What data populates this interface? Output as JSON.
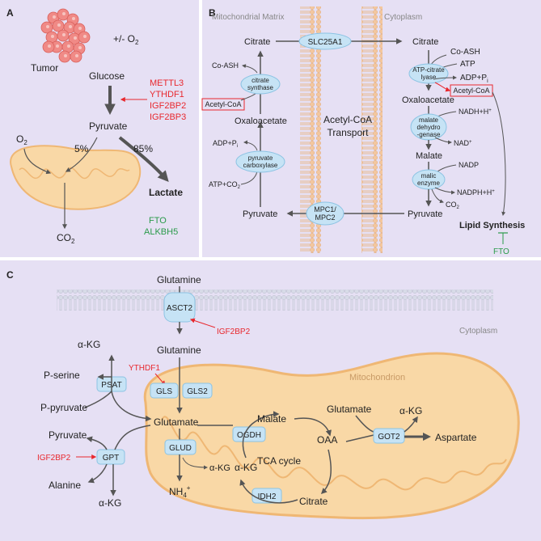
{
  "colors": {
    "panel_bg": "#e6e0f4",
    "writer_red": "#e8282e",
    "eraser_green": "#2a9a4a",
    "mito_fill": "#f9d8a6",
    "mito_stroke": "#efb774",
    "enzyme_fill": "#c6e3f5",
    "enzyme_stroke": "#8cc3e3",
    "membrane": "#f3c79f",
    "arrow": "#555555"
  },
  "panelA": {
    "letter": "A",
    "oxygen": "+/- O",
    "oxygen_sub": "2",
    "tumor": "Tumor",
    "glucose": "Glucose",
    "pyruvate": "Pyruvate",
    "o2": "O",
    "o2_sub": "2",
    "pct5": "5%",
    "pct85": "85%",
    "lactate": "Lactate",
    "co2": "CO",
    "co2_sub": "2",
    "writers": [
      "METTL3",
      "YTHDF1",
      "IGF2BP2",
      "IGF2BP3"
    ],
    "erasers": [
      "FTO",
      "ALKBH5"
    ],
    "icons": [
      "tumor-cluster-icon",
      "mitochondrion-icon"
    ]
  },
  "panelB": {
    "letter": "B",
    "mito_matrix": "Mitochondrial Matrix",
    "cytoplasm": "Cytoplasm",
    "transport": [
      "Acetyl-CoA",
      "Transport"
    ],
    "citrate_left": "Citrate",
    "slc": "SLC25A1",
    "citrate_right": "Citrate",
    "coash_right": "Co-ASH",
    "atp": "ATP",
    "acl": [
      "ATP-citrate",
      "lyase"
    ],
    "adp_pi": "ADP+P",
    "adp_pi_sub": "i",
    "acetyl_right": "Acetyl-CoA",
    "oaa_right": "Oxaloacetate",
    "nadh": "NADH+H",
    "nadh_sup": "+",
    "mdh": [
      "malate",
      "dehydro",
      "-genase"
    ],
    "nad": "NAD",
    "nad_sup": "+",
    "malate": "Malate",
    "nadp": "NADP",
    "malic": [
      "malic",
      "enzyme"
    ],
    "nadph": "NADPH+H",
    "nadph_sup": "+",
    "co2": "CO",
    "co2_sub": "2",
    "pyruvate_right": "Pyruvate",
    "mpc": [
      "MPC1/",
      "MPC2"
    ],
    "pyruvate_left": "Pyruvate",
    "atp_co2": "ATP+CO",
    "atp_co2_sub": "2",
    "pc": [
      "pyruvate",
      "carboxylase"
    ],
    "adp_pi_left": "ADP+P",
    "adp_pi_left_sub": "i",
    "oaa_left": "Oxaloacetate",
    "acetyl_left": "Acetyl-CoA",
    "cs": [
      "citrate",
      "synthase"
    ],
    "coash_left": "Co-ASH",
    "lipid": "Lipid Synthesis",
    "fto": "FTO"
  },
  "panelC": {
    "letter": "C",
    "glutamine_top": "Glutamine",
    "asct2": "ASCT2",
    "igf2bp2_top": "IGF2BP2",
    "cytoplasm": "Cytoplasm",
    "glutamine": "Glutamine",
    "akg_top": "α-KG",
    "pserine": "P-serine",
    "psat": "PSAT",
    "ppyruvate": "P-pyruvate",
    "ythdf1": "YTHDF1",
    "gls": "GLS",
    "gls2": "GLS2",
    "mitochondrion": "Mitochondrion",
    "glutamate": "Glutamate",
    "pyruvate": "Pyruvate",
    "igf2bp2_left": "IGF2BP2",
    "gpt": "GPT",
    "alanine": "Alanine",
    "akg_bottom": "α-KG",
    "glud": "GLUD",
    "nh4": "NH",
    "nh4_sub": "4",
    "nh4_sup": "+",
    "akg_mid": "α-KG",
    "ogdh": "OGDH",
    "malate": "Malate",
    "tca": "TCA cycle",
    "oaa": "OAA",
    "idh2": "IDH2",
    "citrate": "Citrate",
    "glutamate_right": "Glutamate",
    "got2": "GOT2",
    "akg_right": "α-KG",
    "aspartate": "Aspartate"
  }
}
